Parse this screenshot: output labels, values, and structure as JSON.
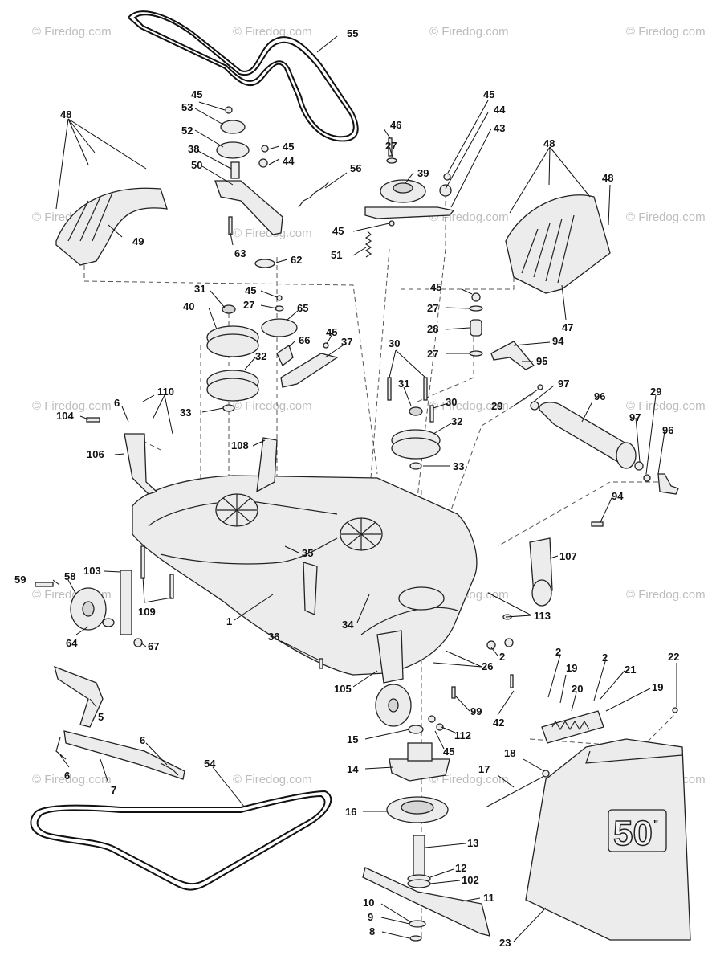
{
  "watermark": "© Firedog.com",
  "decal_text": "50",
  "decal_mark": "\"",
  "callouts": {
    "c1": "1",
    "c2a": "2",
    "c2b": "2",
    "c2c": "2",
    "c5": "5",
    "c6a": "6",
    "c6b": "6",
    "c6c": "6",
    "c7": "7",
    "c8": "8",
    "c9": "9",
    "c10": "10",
    "c11": "11",
    "c12": "12",
    "c13": "13",
    "c14": "14",
    "c15": "15",
    "c16": "16",
    "c17": "17",
    "c18": "18",
    "c19a": "19",
    "c19b": "19",
    "c20": "20",
    "c21": "21",
    "c22": "22",
    "c23": "23",
    "c26": "26",
    "c27a": "27",
    "c27b": "27",
    "c27c": "27",
    "c27d": "27",
    "c28": "28",
    "c29a": "29",
    "c29b": "29",
    "c30a": "30",
    "c30b": "30",
    "c31a": "31",
    "c31b": "31",
    "c32a": "32",
    "c32b": "32",
    "c33a": "33",
    "c33b": "33",
    "c34": "34",
    "c35": "35",
    "c36": "36",
    "c37": "37",
    "c38": "38",
    "c39": "39",
    "c40": "40",
    "c42": "42",
    "c43": "43",
    "c44a": "44",
    "c44b": "44",
    "c45a": "45",
    "c45b": "45",
    "c45c": "45",
    "c45d": "45",
    "c45e": "45",
    "c45f": "45",
    "c45g": "45",
    "c45h": "45",
    "c46": "46",
    "c47": "47",
    "c48a": "48",
    "c48b": "48",
    "c48c": "48",
    "c49": "49",
    "c50": "50",
    "c51": "51",
    "c52": "52",
    "c53": "53",
    "c54": "54",
    "c55": "55",
    "c56": "56",
    "c58": "58",
    "c59": "59",
    "c62": "62",
    "c63": "63",
    "c64": "64",
    "c65": "65",
    "c66": "66",
    "c67": "67",
    "c94a": "94",
    "c94b": "94",
    "c95": "95",
    "c96a": "96",
    "c96b": "96",
    "c97a": "97",
    "c97b": "97",
    "c99": "99",
    "c102": "102",
    "c103": "103",
    "c104": "104",
    "c105": "105",
    "c106": "106",
    "c107": "107",
    "c108": "108",
    "c109": "109",
    "c110": "110",
    "c112": "112",
    "c113": "113"
  }
}
